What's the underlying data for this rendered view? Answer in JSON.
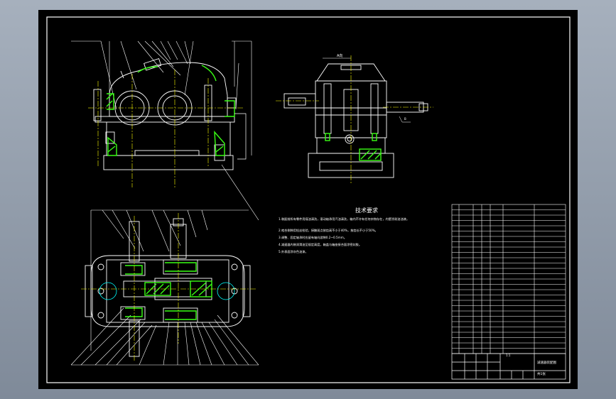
{
  "colors": {
    "background": "#000000",
    "viewport": "#8e99a8",
    "line": "#ffffff",
    "center_line": "#ffff00",
    "section": "#39ff14",
    "accent": "#00ffff"
  },
  "drawing": {
    "title": "技术要求",
    "view_label": "A向",
    "section_label": "B",
    "notes": [
      "1.装配前所有零件用煤油清洗，滚动轴承用汽油清洗，箱内不许有任何杂物存在，内壁涂耐油油漆。",
      "2.啮合侧隙用铅丝检验，接触斑点按齿高不小于40%，按齿长不小于50%。",
      "3.调整、固定轴承时应留有轴向游隙0.2~0.5mm。",
      "4.减速器内装润滑油至规定高度，箱盖与箱座接合面涂密封胶。",
      "5.外表面涂灰色油漆。"
    ]
  },
  "title_block": {
    "drawing_name": "减速器装配图",
    "scale": "1:1",
    "sheet": "共1张"
  }
}
